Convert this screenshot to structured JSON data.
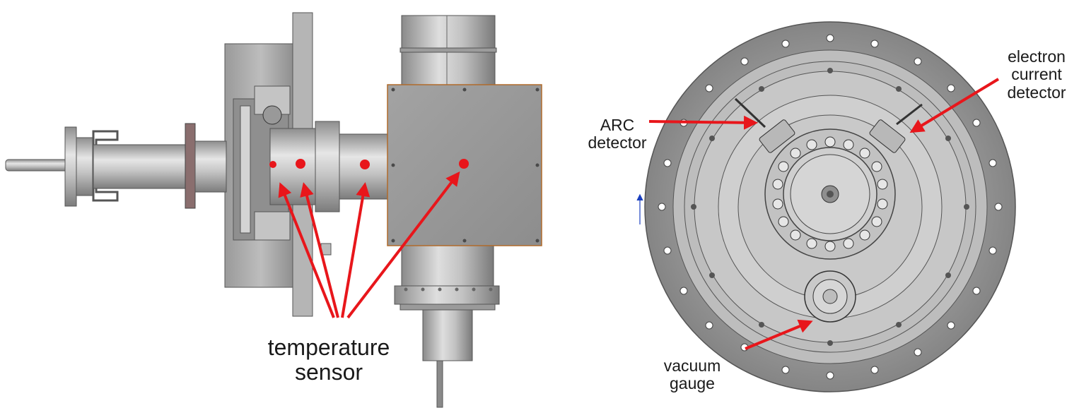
{
  "labels": {
    "temperature_sensor_line1": "temperature",
    "temperature_sensor_line2": "sensor",
    "arc_detector_line1": "ARC",
    "arc_detector_line2": "detector",
    "electron_current_line1": "electron",
    "electron_current_line2": "current",
    "electron_current_line3": "detector",
    "vacuum_gauge_line1": "vacuum",
    "vacuum_gauge_line2": "gauge"
  },
  "colors": {
    "annotation": "#e8161b",
    "metal_light": "#c9c9c9",
    "metal_mid": "#a8a8a8",
    "metal_dark": "#6e6e6e",
    "flange_disk": "#8c8c8c",
    "box_edge": "#b06a2a"
  }
}
